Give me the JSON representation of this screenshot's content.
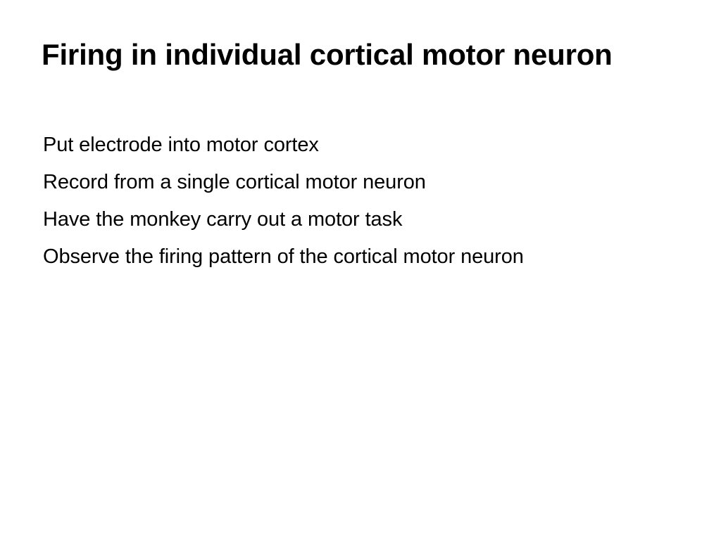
{
  "slide": {
    "background_color": "#ffffff",
    "text_color": "#000000",
    "title": "Firing in individual cortical motor neuron",
    "body_lines": [
      {
        "text": "Put electrode into motor cortex"
      },
      {
        "text": "Record from a single cortical motor neuron"
      },
      {
        "text": "Have the monkey carry out a motor task"
      },
      {
        "text": "Observe the firing pattern of the cortical motor neuron"
      }
    ]
  }
}
